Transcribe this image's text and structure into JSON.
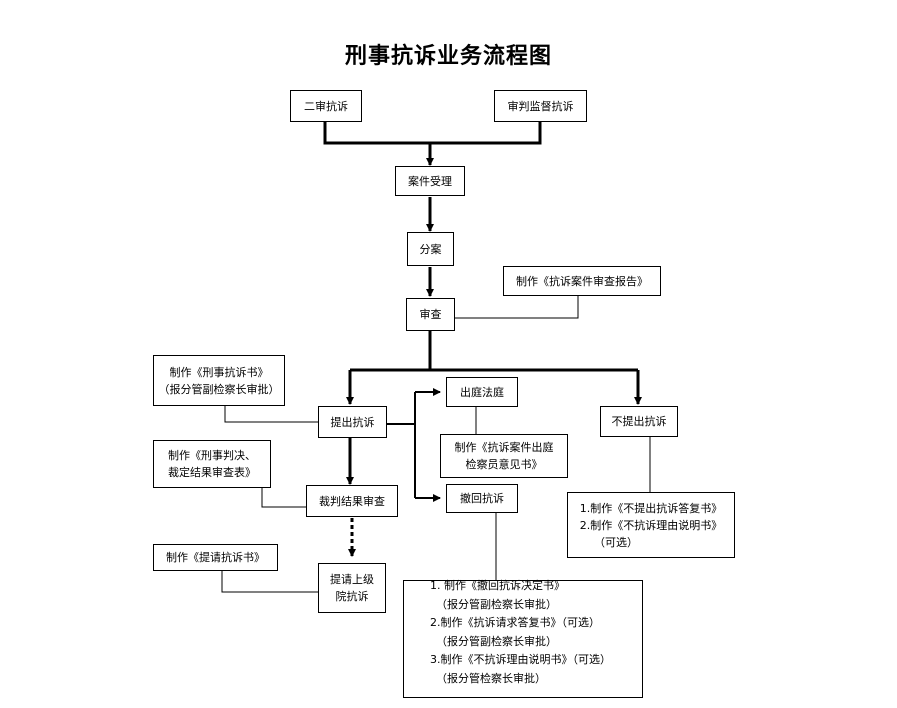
{
  "title": "刑事抗诉业务流程图",
  "nodes": {
    "second_instance": "二审抗诉",
    "supervision": "审判监督抗诉",
    "acceptance": "案件受理",
    "assignment": "分案",
    "review": "审查",
    "review_report": "制作《抗诉案件审查报告》",
    "protest_doc": [
      "制作《刑事抗诉书》",
      "（报分管副检察长审批）"
    ],
    "file_protest": "提出抗诉",
    "attend_court": "出庭法庭",
    "court_opinion": [
      "制作《抗诉案件出庭",
      "检察员意见书》"
    ],
    "no_protest": "不提出抗诉",
    "judgment_form": [
      "制作《刑事判决、",
      "裁定结果审查表》"
    ],
    "judgment_review": "裁判结果审查",
    "withdraw": "撤回抗诉",
    "no_protest_docs": [
      "1.制作《不提出抗诉答复书》",
      "2.制作《不抗诉理由说明书》",
      "（可选）"
    ],
    "request_doc": "制作《提请抗诉书》",
    "request_higher": [
      "提请上级",
      "院抗诉"
    ],
    "withdraw_docs": [
      "1. 制作《撤回抗诉决定书》",
      "（报分管副检察长审批）",
      "2.制作《抗诉请求答复书》（可选）",
      "（报分管副检察长审批）",
      "3.制作《不抗诉理由说明书》（可选）",
      "（报分管检察长审批）"
    ]
  }
}
